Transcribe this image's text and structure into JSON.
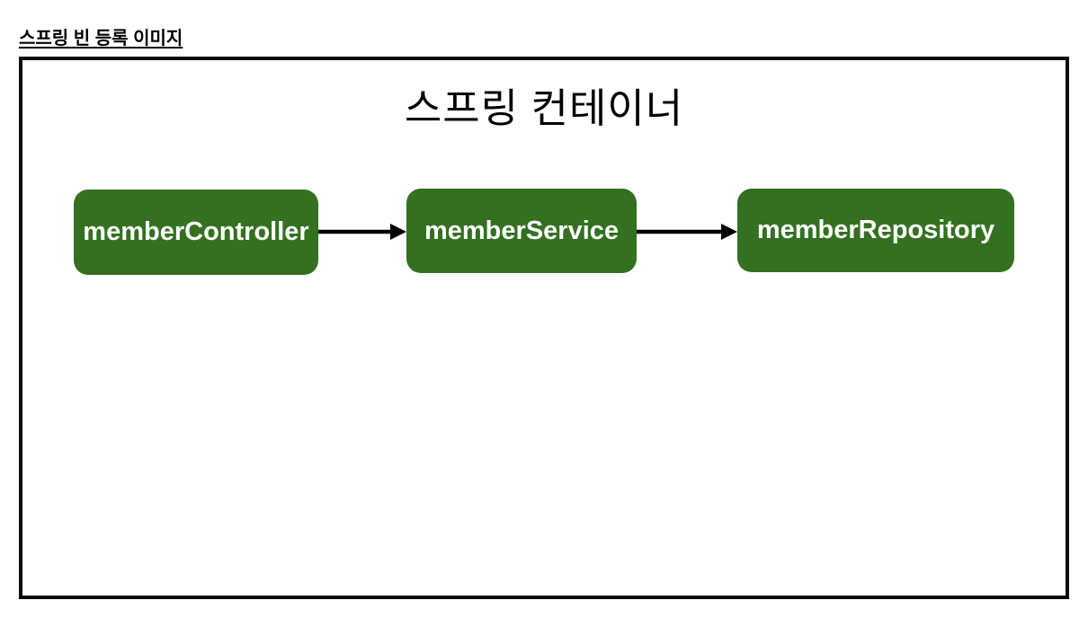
{
  "page": {
    "caption": "스프링 빈 등록 이미지"
  },
  "diagram": {
    "container_title": "스프링 컨테이너",
    "beans": [
      {
        "label": "memberController"
      },
      {
        "label": "memberService"
      },
      {
        "label": "memberRepository"
      }
    ],
    "arrows": [
      {
        "from": "memberController",
        "to": "memberService"
      },
      {
        "from": "memberService",
        "to": "memberRepository"
      }
    ],
    "colors": {
      "bean_fill": "#337020",
      "bean_text": "#ffffff",
      "border": "#0d0d0d",
      "arrow": "#000000"
    }
  }
}
